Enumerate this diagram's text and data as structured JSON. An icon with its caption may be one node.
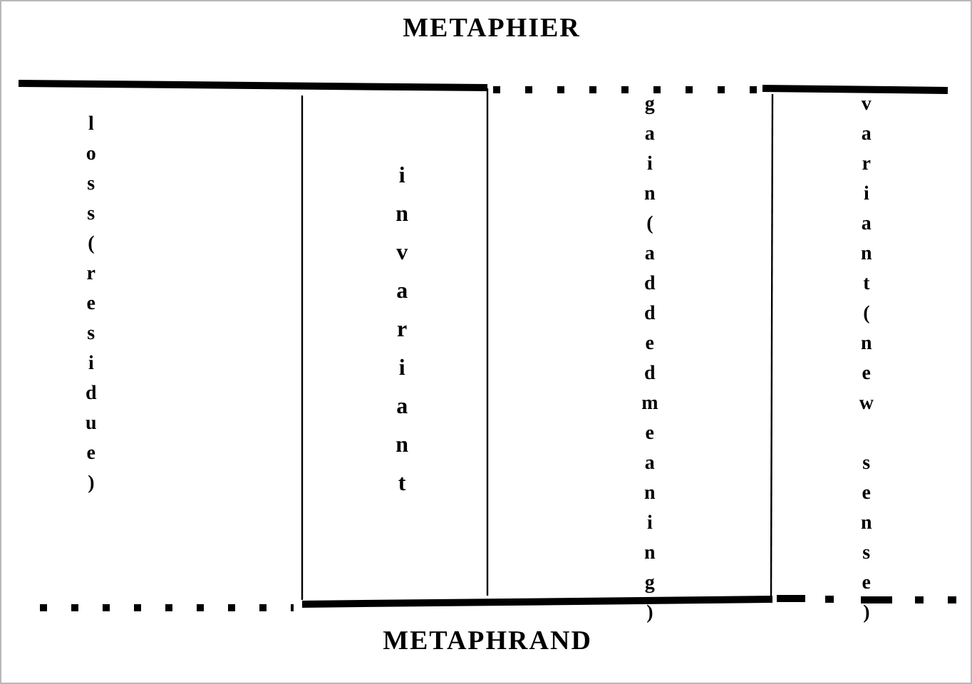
{
  "diagram": {
    "labels": [
      "METAPHIER",
      "loss(residue)",
      "invariant",
      "gain(addedmeaning)",
      "variant(new sense)",
      "METAPHRAND"
    ]
  }
}
